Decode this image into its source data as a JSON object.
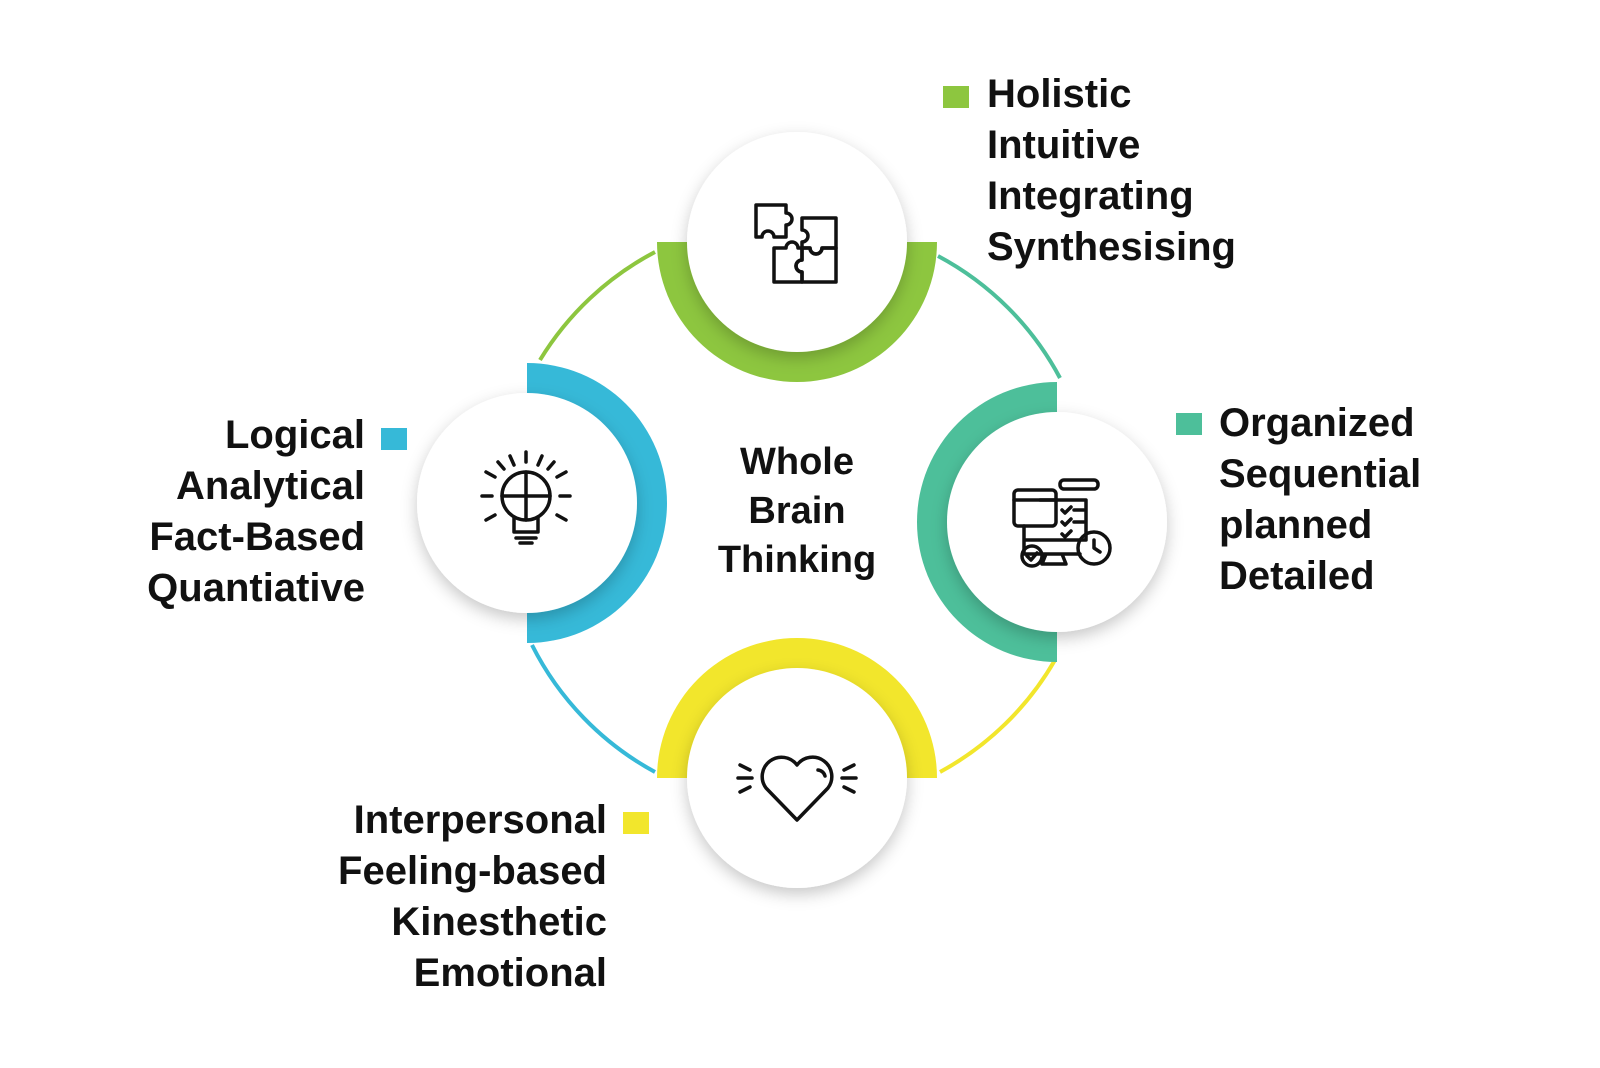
{
  "center": {
    "lines": [
      "Whole",
      "Brain",
      "Thinking"
    ]
  },
  "quadrants": [
    {
      "id": "top",
      "icon": "puzzle-icon",
      "color": "#8dc63f",
      "lines": [
        "Holistic",
        "Intuitive",
        "Integrating",
        "Synthesising"
      ]
    },
    {
      "id": "right",
      "icon": "planning-calendar-icon",
      "color": "#4dbf9a",
      "lines": [
        "Organized",
        "Sequential",
        "planned",
        "Detailed"
      ]
    },
    {
      "id": "bottom",
      "icon": "heart-icon",
      "color": "#f2e62c",
      "lines": [
        "Interpersonal",
        "Feeling-based",
        "Kinesthetic",
        "Emotional"
      ]
    },
    {
      "id": "left",
      "icon": "lightbulb-puzzle-icon",
      "color": "#36b9d8",
      "lines": [
        "Logical",
        "Analytical",
        "Fact-Based",
        "Quantiative"
      ]
    }
  ]
}
